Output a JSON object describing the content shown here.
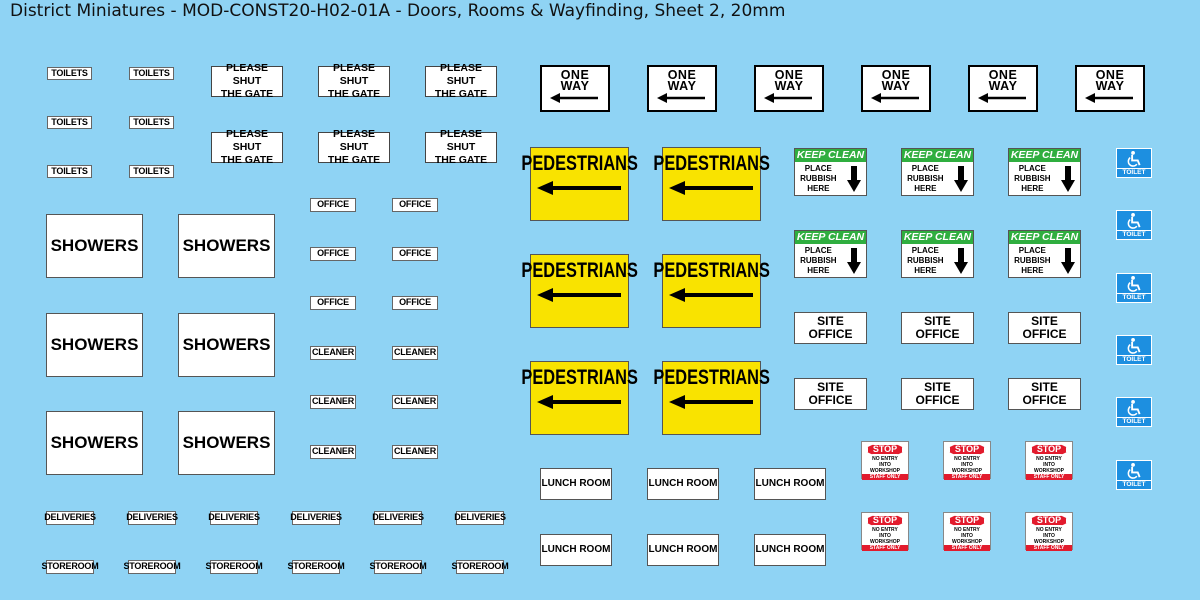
{
  "title": "District Miniatures - MOD-CONST20-H02-01A - Doors, Rooms & Wayfinding, Sheet 2, 20mm",
  "signs": {
    "toilets": "TOILETS",
    "please_shut_the_gate": "PLEASE SHUT\nTHE GATE",
    "showers": "SHOWERS",
    "office": "OFFICE",
    "cleaner": "CLEANER",
    "deliveries": "DELIVERIES",
    "storeroom": "STOREROOM",
    "one_way": "ONE\nWAY",
    "pedestrians": "PEDESTRIANS",
    "keep_clean": "KEEP CLEAN",
    "place_rubbish_here": "PLACE\nRUBBISH\nHERE",
    "site_office": "SITE OFFICE",
    "lunch_room": "LUNCH ROOM",
    "toilet": "TOILET",
    "stop": "STOP",
    "no_entry_workshop": "NO ENTRY\nINTO\nWORKSHOP",
    "staff_only": "STAFF ONLY"
  },
  "colors": {
    "background": "#8fd3f4",
    "pedestrian_yellow": "#f9e300",
    "keep_clean_green": "#2fae3f",
    "toilet_blue": "#1d8fe0",
    "stop_red": "#e21b2d"
  }
}
